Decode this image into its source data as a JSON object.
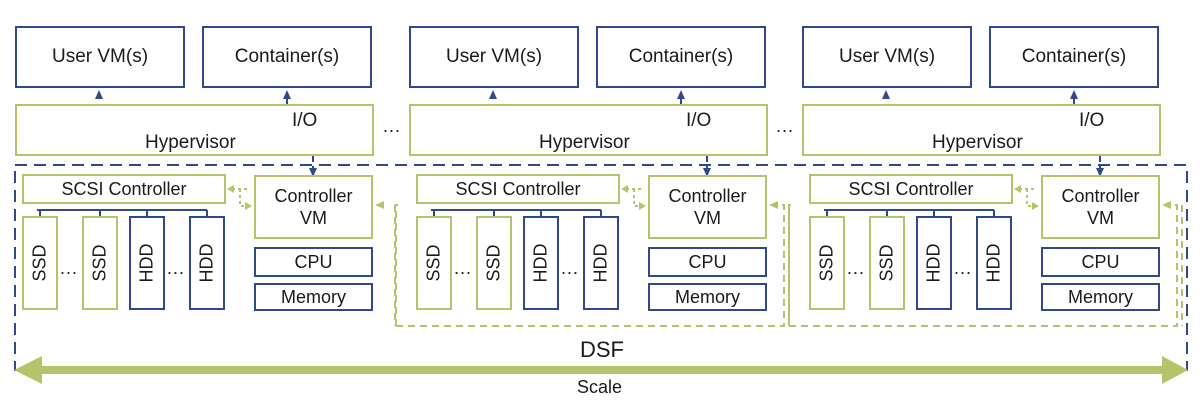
{
  "nodes": [
    {
      "user_vms": "User VM(s)",
      "containers": "Container(s)",
      "hypervisor": "Hypervisor",
      "io": "I/O",
      "scsi_controller": "SCSI Controller",
      "controller_vm": "Controller\nVM",
      "cpu": "CPU",
      "memory": "Memory",
      "disks": [
        "SSD",
        "SSD",
        "HDD",
        "HDD"
      ]
    },
    {
      "user_vms": "User VM(s)",
      "containers": "Container(s)",
      "hypervisor": "Hypervisor",
      "io": "I/O",
      "scsi_controller": "SCSI Controller",
      "controller_vm": "Controller\nVM",
      "cpu": "CPU",
      "memory": "Memory",
      "disks": [
        "SSD",
        "SSD",
        "HDD",
        "HDD"
      ]
    },
    {
      "user_vms": "User VM(s)",
      "containers": "Container(s)",
      "hypervisor": "Hypervisor",
      "io": "I/O",
      "scsi_controller": "SCSI Controller",
      "controller_vm": "Controller\nVM",
      "cpu": "CPU",
      "memory": "Memory",
      "disks": [
        "SSD",
        "SSD",
        "HDD",
        "HDD"
      ]
    }
  ],
  "ellipsis": "...",
  "disk_ellipsis": "...",
  "dsf_label": "DSF",
  "scale_label": "Scale",
  "colors": {
    "blue": "#2e4a8c",
    "green": "#b5c46a"
  }
}
